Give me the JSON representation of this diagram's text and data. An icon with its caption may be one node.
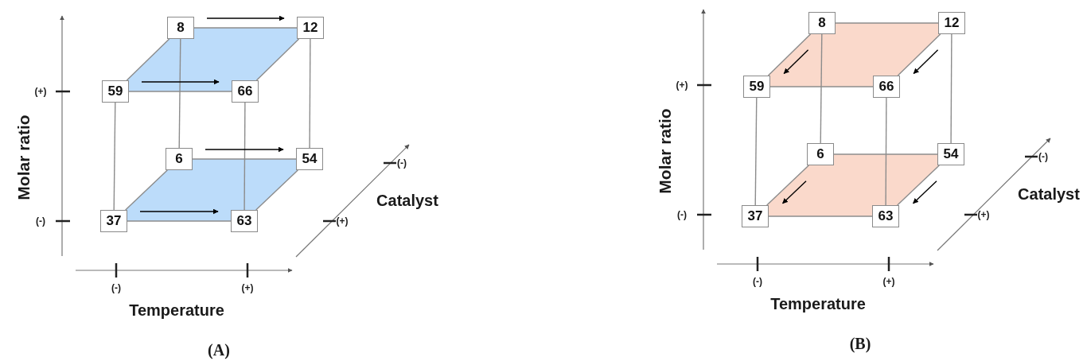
{
  "diagram": {
    "nodes": [
      {
        "text": [
          "8"
        ]
      },
      {
        "text": [
          "12"
        ]
      },
      {
        "text": [
          "59"
        ]
      },
      {
        "text": [
          "66"
        ]
      },
      {
        "text": [
          "6"
        ]
      },
      {
        "text": [
          "54"
        ]
      },
      {
        "text": [
          "37"
        ]
      },
      {
        "text": [
          "63"
        ]
      },
      {
        "text": [
          "8"
        ]
      },
      {
        "text": [
          "12"
        ]
      },
      {
        "text": [
          "59"
        ]
      },
      {
        "text": [
          "66"
        ]
      },
      {
        "text": [
          "6"
        ]
      },
      {
        "text": [
          "54"
        ]
      },
      {
        "text": [
          "37"
        ]
      },
      {
        "text": [
          "63"
        ]
      }
    ],
    "edges": [
      {
        "from": 0,
        "to": 1,
        "arrow": "none"
      },
      {
        "from": 2,
        "to": 3,
        "arrow": "none"
      },
      {
        "from": 0,
        "to": 2,
        "arrow": "none"
      },
      {
        "from": 1,
        "to": 3,
        "arrow": "none"
      },
      {
        "from": 0,
        "to": 4,
        "arrow": "none"
      },
      {
        "from": 1,
        "to": 5,
        "arrow": "none"
      },
      {
        "from": 2,
        "to": 6,
        "arrow": "none"
      },
      {
        "from": 3,
        "to": 7,
        "arrow": "none"
      },
      {
        "from": 4,
        "to": 5,
        "arrow": "none"
      },
      {
        "from": 6,
        "to": 7,
        "arrow": "none"
      },
      {
        "from": 4,
        "to": 6,
        "arrow": "none"
      },
      {
        "from": 5,
        "to": 7,
        "arrow": "none"
      },
      {
        "from": 0,
        "to": 1,
        "arrow": "to",
        "color": "#000000"
      },
      {
        "from": 2,
        "to": 3,
        "arrow": "to",
        "color": "#000000"
      },
      {
        "from": 4,
        "to": 5,
        "arrow": "to",
        "color": "#000000"
      },
      {
        "from": 6,
        "to": 7,
        "arrow": "to",
        "color": "#000000"
      },
      {
        "from": 8,
        "to": 9,
        "arrow": "none"
      },
      {
        "from": 10,
        "to": 11,
        "arrow": "none"
      },
      {
        "from": 8,
        "to": 10,
        "arrow": "none"
      },
      {
        "from": 9,
        "to": 11,
        "arrow": "none"
      },
      {
        "from": 8,
        "to": 12,
        "arrow": "none"
      },
      {
        "from": 9,
        "to": 13,
        "arrow": "none"
      },
      {
        "from": 10,
        "to": 14,
        "arrow": "none"
      },
      {
        "from": 11,
        "to": 15,
        "arrow": "none"
      },
      {
        "from": 12,
        "to": 13,
        "arrow": "none"
      },
      {
        "from": 14,
        "to": 15,
        "arrow": "none"
      },
      {
        "from": 12,
        "to": 14,
        "arrow": "none"
      },
      {
        "from": 13,
        "to": 15,
        "arrow": "none"
      },
      {
        "from": 8,
        "to": 10,
        "arrow": "to",
        "color": "#000000"
      },
      {
        "from": 9,
        "to": 11,
        "arrow": "to",
        "color": "#000000"
      },
      {
        "from": 12,
        "to": 14,
        "arrow": "to",
        "color": "#000000"
      },
      {
        "from": 13,
        "to": 15,
        "arrow": "to",
        "color": "#000000"
      }
    ],
    "labels": [
      "(+)",
      "(-)",
      "Molar ratio",
      "(-)",
      "(+)",
      "Temperature",
      "(-)",
      "(+)",
      "Catalyst",
      "(A)",
      "(+)",
      "(-)",
      "Molar ratio",
      "(-)",
      "(+)",
      "Temperature",
      "(-)",
      "(+)",
      "Catalyst",
      "(B)"
    ]
  }
}
